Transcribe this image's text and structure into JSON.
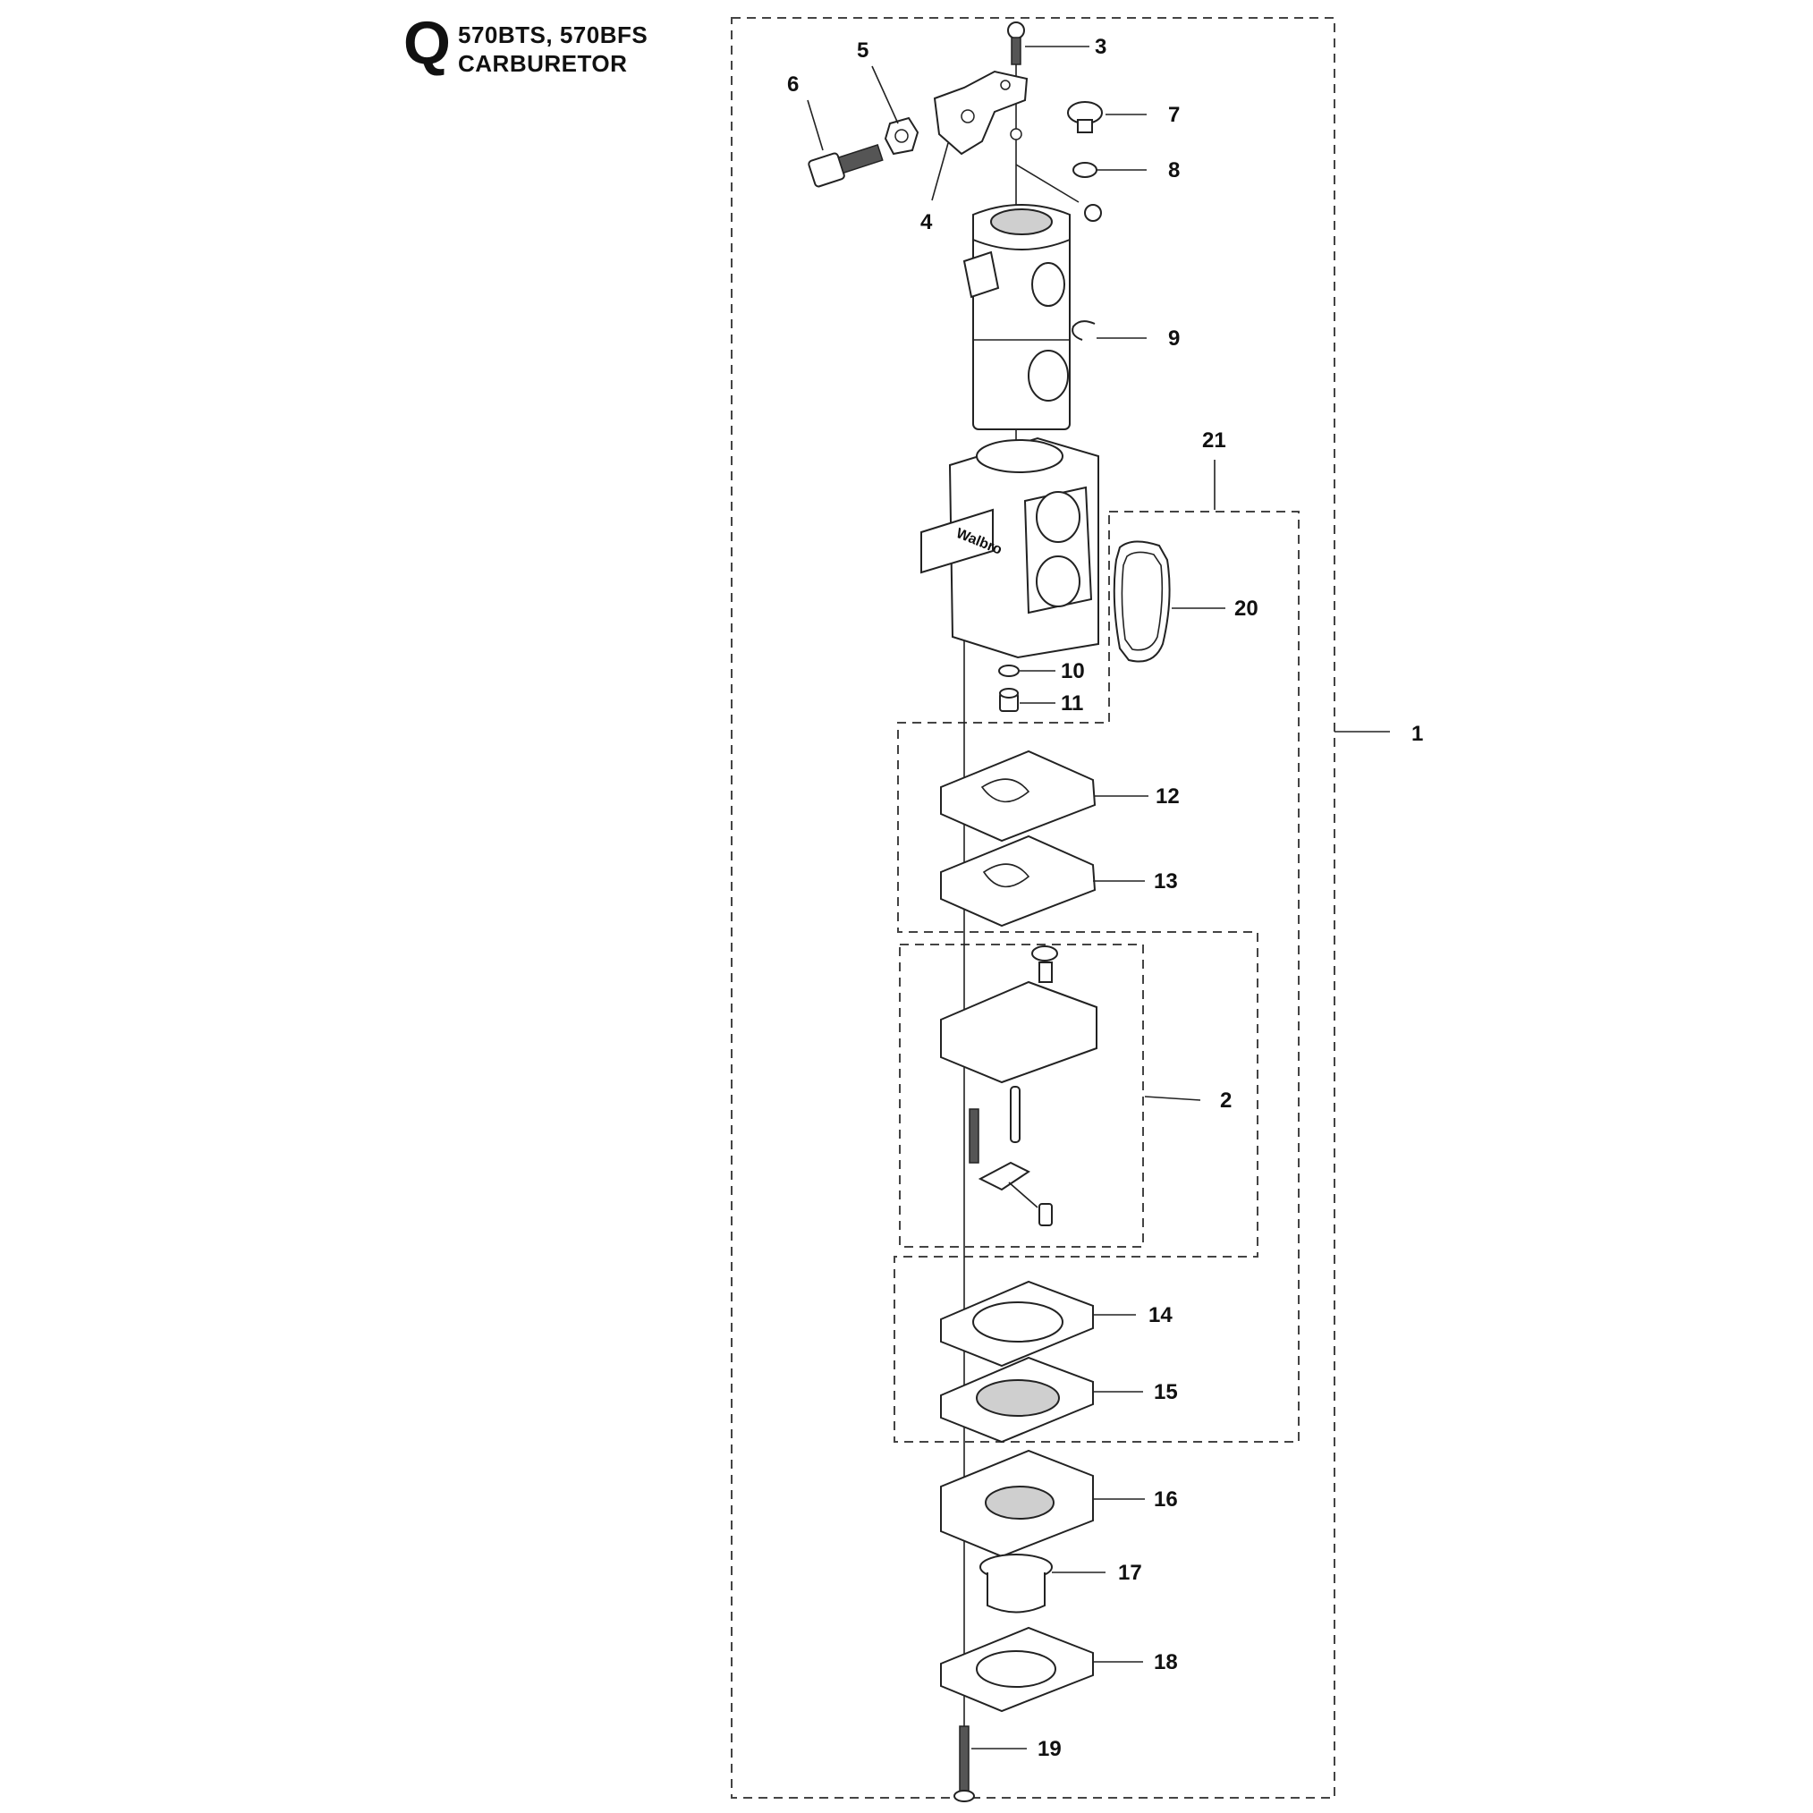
{
  "header": {
    "section_letter": "Q",
    "models": "570BTS, 570BFS",
    "title": "CARBURETOR"
  },
  "callouts": [
    {
      "id": "1",
      "label": "1"
    },
    {
      "id": "2",
      "label": "2"
    },
    {
      "id": "3",
      "label": "3"
    },
    {
      "id": "4",
      "label": "4"
    },
    {
      "id": "5",
      "label": "5"
    },
    {
      "id": "6",
      "label": "6"
    },
    {
      "id": "7",
      "label": "7"
    },
    {
      "id": "8",
      "label": "8"
    },
    {
      "id": "9",
      "label": "9"
    },
    {
      "id": "10",
      "label": "10"
    },
    {
      "id": "11",
      "label": "11"
    },
    {
      "id": "12",
      "label": "12"
    },
    {
      "id": "13",
      "label": "13"
    },
    {
      "id": "14",
      "label": "14"
    },
    {
      "id": "15",
      "label": "15"
    },
    {
      "id": "16",
      "label": "16"
    },
    {
      "id": "17",
      "label": "17"
    },
    {
      "id": "18",
      "label": "18"
    },
    {
      "id": "19",
      "label": "19"
    },
    {
      "id": "20",
      "label": "20"
    },
    {
      "id": "21",
      "label": "21"
    }
  ],
  "body_brand": "Walbro"
}
